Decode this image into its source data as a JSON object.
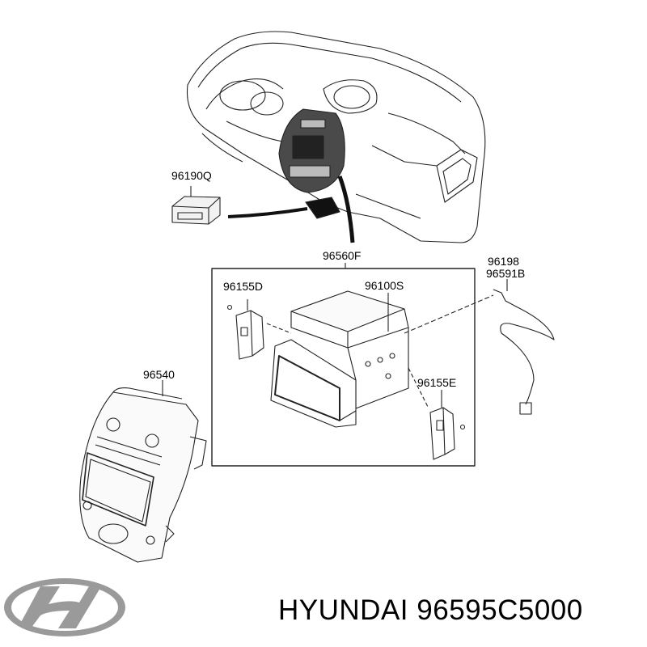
{
  "parts": {
    "p96190q": "96190Q",
    "p96560f": "96560F",
    "p96155d": "96155D",
    "p96100s": "96100S",
    "p96198": "96198",
    "p96591b": "96591B",
    "p96540": "96540",
    "p96155e": "96155E"
  },
  "footer": {
    "brand": "HYUNDAI",
    "part_number": "96595C5000"
  },
  "logo": {
    "name": "hyundai-logo-icon",
    "color": "#8a8a8a"
  }
}
